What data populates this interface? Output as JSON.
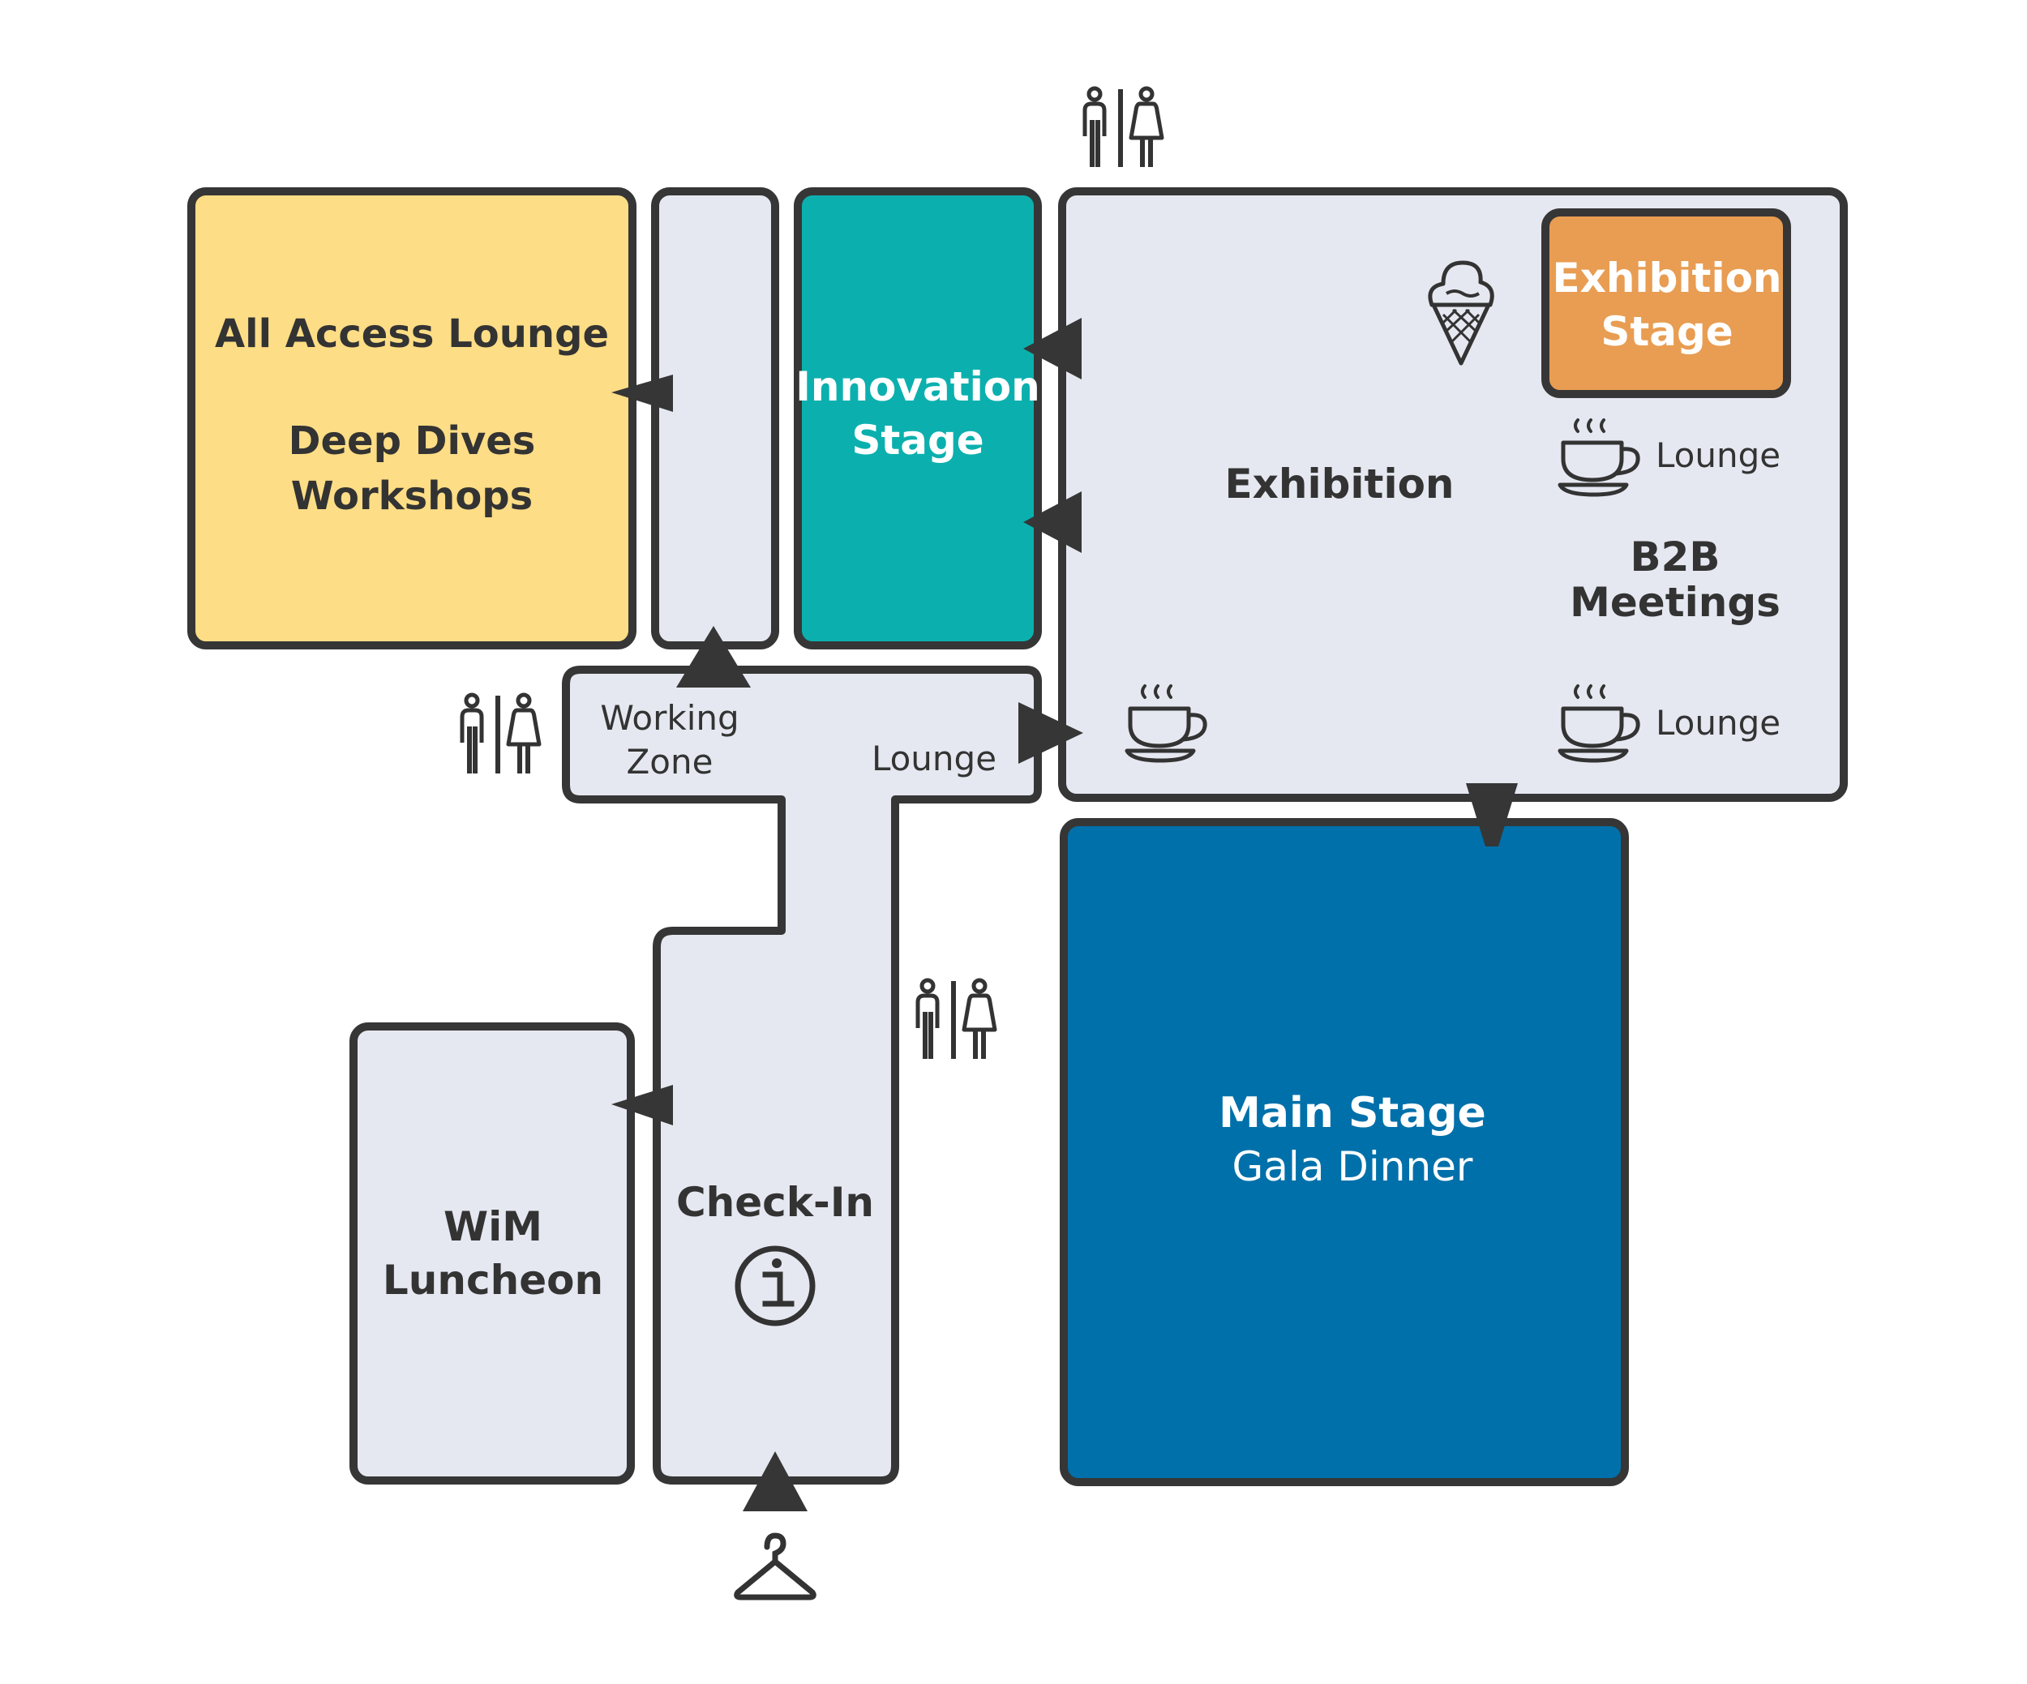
{
  "rooms": {
    "all_access": {
      "line1": "All Access Lounge",
      "line2": "Deep Dives",
      "line3": "Workshops",
      "fill": "#FDDD85"
    },
    "innovation": {
      "line1": "Innovation",
      "line2": "Stage",
      "fill": "#0BB0AE",
      "text_color": "#ffffff"
    },
    "exhibition": {
      "label": "Exhibition",
      "fill": "#E6E8F1"
    },
    "exhibition_stage": {
      "line1": "Exhibition",
      "line2": "Stage",
      "fill": "#E89D52",
      "text_color": "#ffffff"
    },
    "b2b": {
      "line1": "B2B",
      "line2": "Meetings"
    },
    "lounge_top": {
      "label": "Lounge"
    },
    "lounge_bottom": {
      "label": "Lounge"
    },
    "main_stage": {
      "line1": "Main Stage",
      "line2": "Gala Dinner",
      "fill": "#0070AA",
      "text_color": "#ffffff"
    },
    "working_zone": {
      "line1": "Working",
      "line2": "Zone"
    },
    "corridor_lounge": {
      "label": "Lounge"
    },
    "check_in": {
      "label": "Check-In"
    },
    "wim": {
      "line1": "WiM",
      "line2": "Luncheon",
      "fill": "#E6E8F1"
    }
  },
  "colors": {
    "outline": "#363636",
    "corridor": "#E6E8F1",
    "text": "#333333"
  },
  "icons": [
    "restroom-icon",
    "coffee-icon",
    "ice-cream-icon",
    "info-icon",
    "hanger-icon",
    "arrow-icon"
  ]
}
